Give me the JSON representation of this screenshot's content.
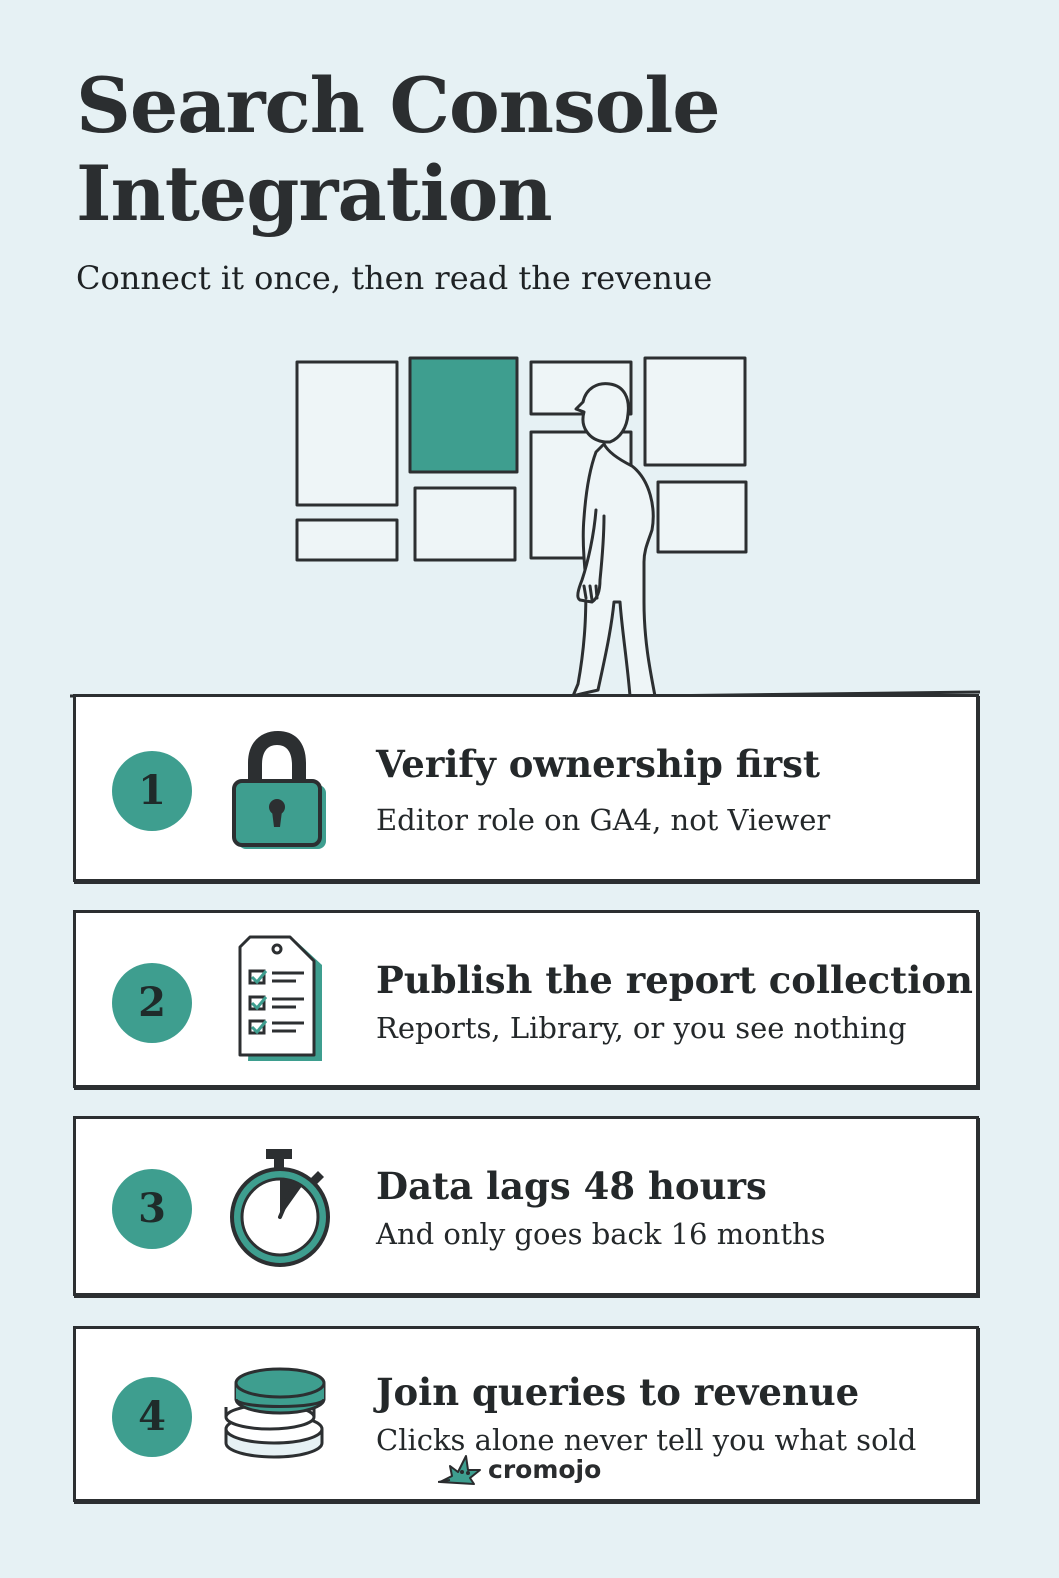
{
  "header": {
    "title_line1": "Search Console",
    "title_line2": "Integration",
    "subtitle": "Connect it once, then read the revenue"
  },
  "colors": {
    "background": "#e6f1f4",
    "accent": "#3e9e8f",
    "ink": "#2c2f31",
    "card": "#ffffff"
  },
  "steps": [
    {
      "number": "1",
      "icon": "padlock-icon",
      "title": "Verify ownership first",
      "desc": "Editor role on GA4, not Viewer"
    },
    {
      "number": "2",
      "icon": "checklist-tag-icon",
      "title": "Publish the report collection",
      "desc": "Reports, Library, or you see nothing"
    },
    {
      "number": "3",
      "icon": "stopwatch-icon",
      "title": "Data lags 48 hours",
      "desc": "And only goes back 16 months"
    },
    {
      "number": "4",
      "icon": "coin-stack-icon",
      "title": "Join queries to revenue",
      "desc": "Clicks alone never tell you what sold"
    }
  ],
  "logo": {
    "text": "cromojo",
    "icon": "star-mascot-icon"
  }
}
